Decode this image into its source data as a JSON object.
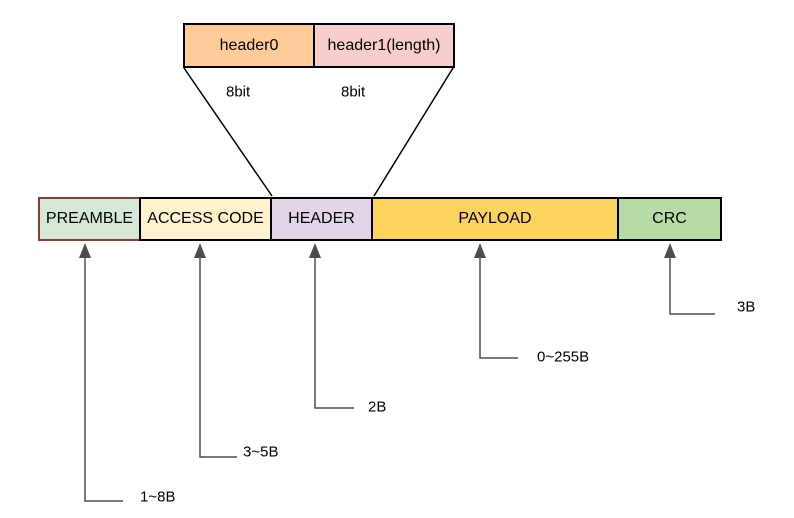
{
  "colors": {
    "connector": "#4d4d4d",
    "outline": "#000000",
    "text": "#000000",
    "canvas_background": "#ffffff"
  },
  "header_detail": {
    "boxes": [
      {
        "label": "header0",
        "width_label": "8bit",
        "fill": "#FFCC99",
        "border": "#000000"
      },
      {
        "label": "header1(length)",
        "width_label": "8bit",
        "fill": "#F8CECC",
        "border": "#000000"
      }
    ]
  },
  "packet_fields": [
    {
      "label": "PREAMBLE",
      "size_label": "1~8B",
      "fill": "#D5E8D4",
      "border": "#8C3B3B"
    },
    {
      "label": "ACCESS CODE",
      "size_label": "3~5B",
      "fill": "#FFF2CC",
      "border": "#000000"
    },
    {
      "label": "HEADER",
      "size_label": "2B",
      "fill": "#E1D5E7",
      "border": "#000000"
    },
    {
      "label": "PAYLOAD",
      "size_label": "0~255B",
      "fill": "#FCD35C",
      "border": "#000000"
    },
    {
      "label": "CRC",
      "size_label": "3B",
      "fill": "#B5DCA5",
      "border": "#000000"
    }
  ]
}
